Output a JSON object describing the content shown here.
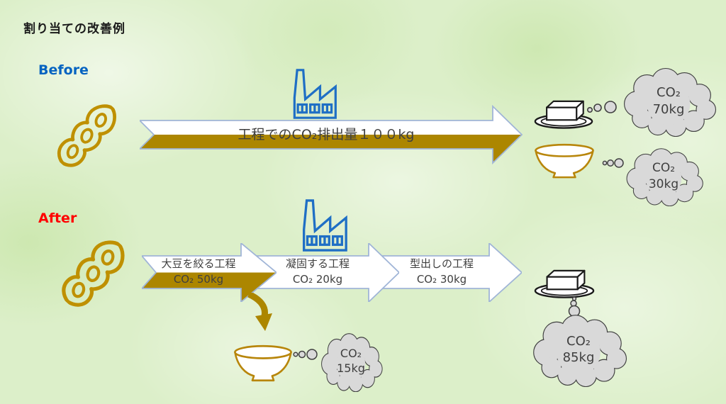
{
  "header": {
    "title": "割り当ての改善例"
  },
  "before": {
    "label": "Before",
    "process_arrow": {
      "label": "工程でのCO₂排出量１００kg"
    },
    "tofu_cloud": {
      "gas": "CO₂",
      "amount": "70kg"
    },
    "bowl_cloud": {
      "gas": "CO₂",
      "amount": "30kg"
    }
  },
  "after": {
    "label": "After",
    "process_arrows": [
      {
        "name": "大豆を絞る工程",
        "emission": "CO₂ 50kg"
      },
      {
        "name": "凝固する工程",
        "emission": "CO₂ 20kg"
      },
      {
        "name": "型出しの工程",
        "emission": "CO₂ 30kg"
      }
    ],
    "bowl_cloud": {
      "gas": "CO₂",
      "amount": "15kg"
    },
    "tofu_cloud": {
      "gas": "CO₂",
      "amount": "85kg"
    }
  },
  "colors": {
    "accent_gold": "#AC8600",
    "soybean_gold": "#BF9000",
    "factory_blue": "#1F6FC5",
    "before_blue": "#0563C1",
    "after_red": "#FF0000",
    "cloud_gray": "#D9D9D9",
    "text_gray": "#3F3F3F",
    "arrow_outline": "#A0B5D7"
  },
  "icons": {
    "soybean": "soybean-pod-icon",
    "factory": "factory-icon",
    "tofu": "tofu-on-plate-icon",
    "bowl": "bowl-icon",
    "cloud": "co2-cloud-icon",
    "bubbles": "thought-bubbles-icon",
    "swoosh": "curved-down-arrow-icon"
  }
}
